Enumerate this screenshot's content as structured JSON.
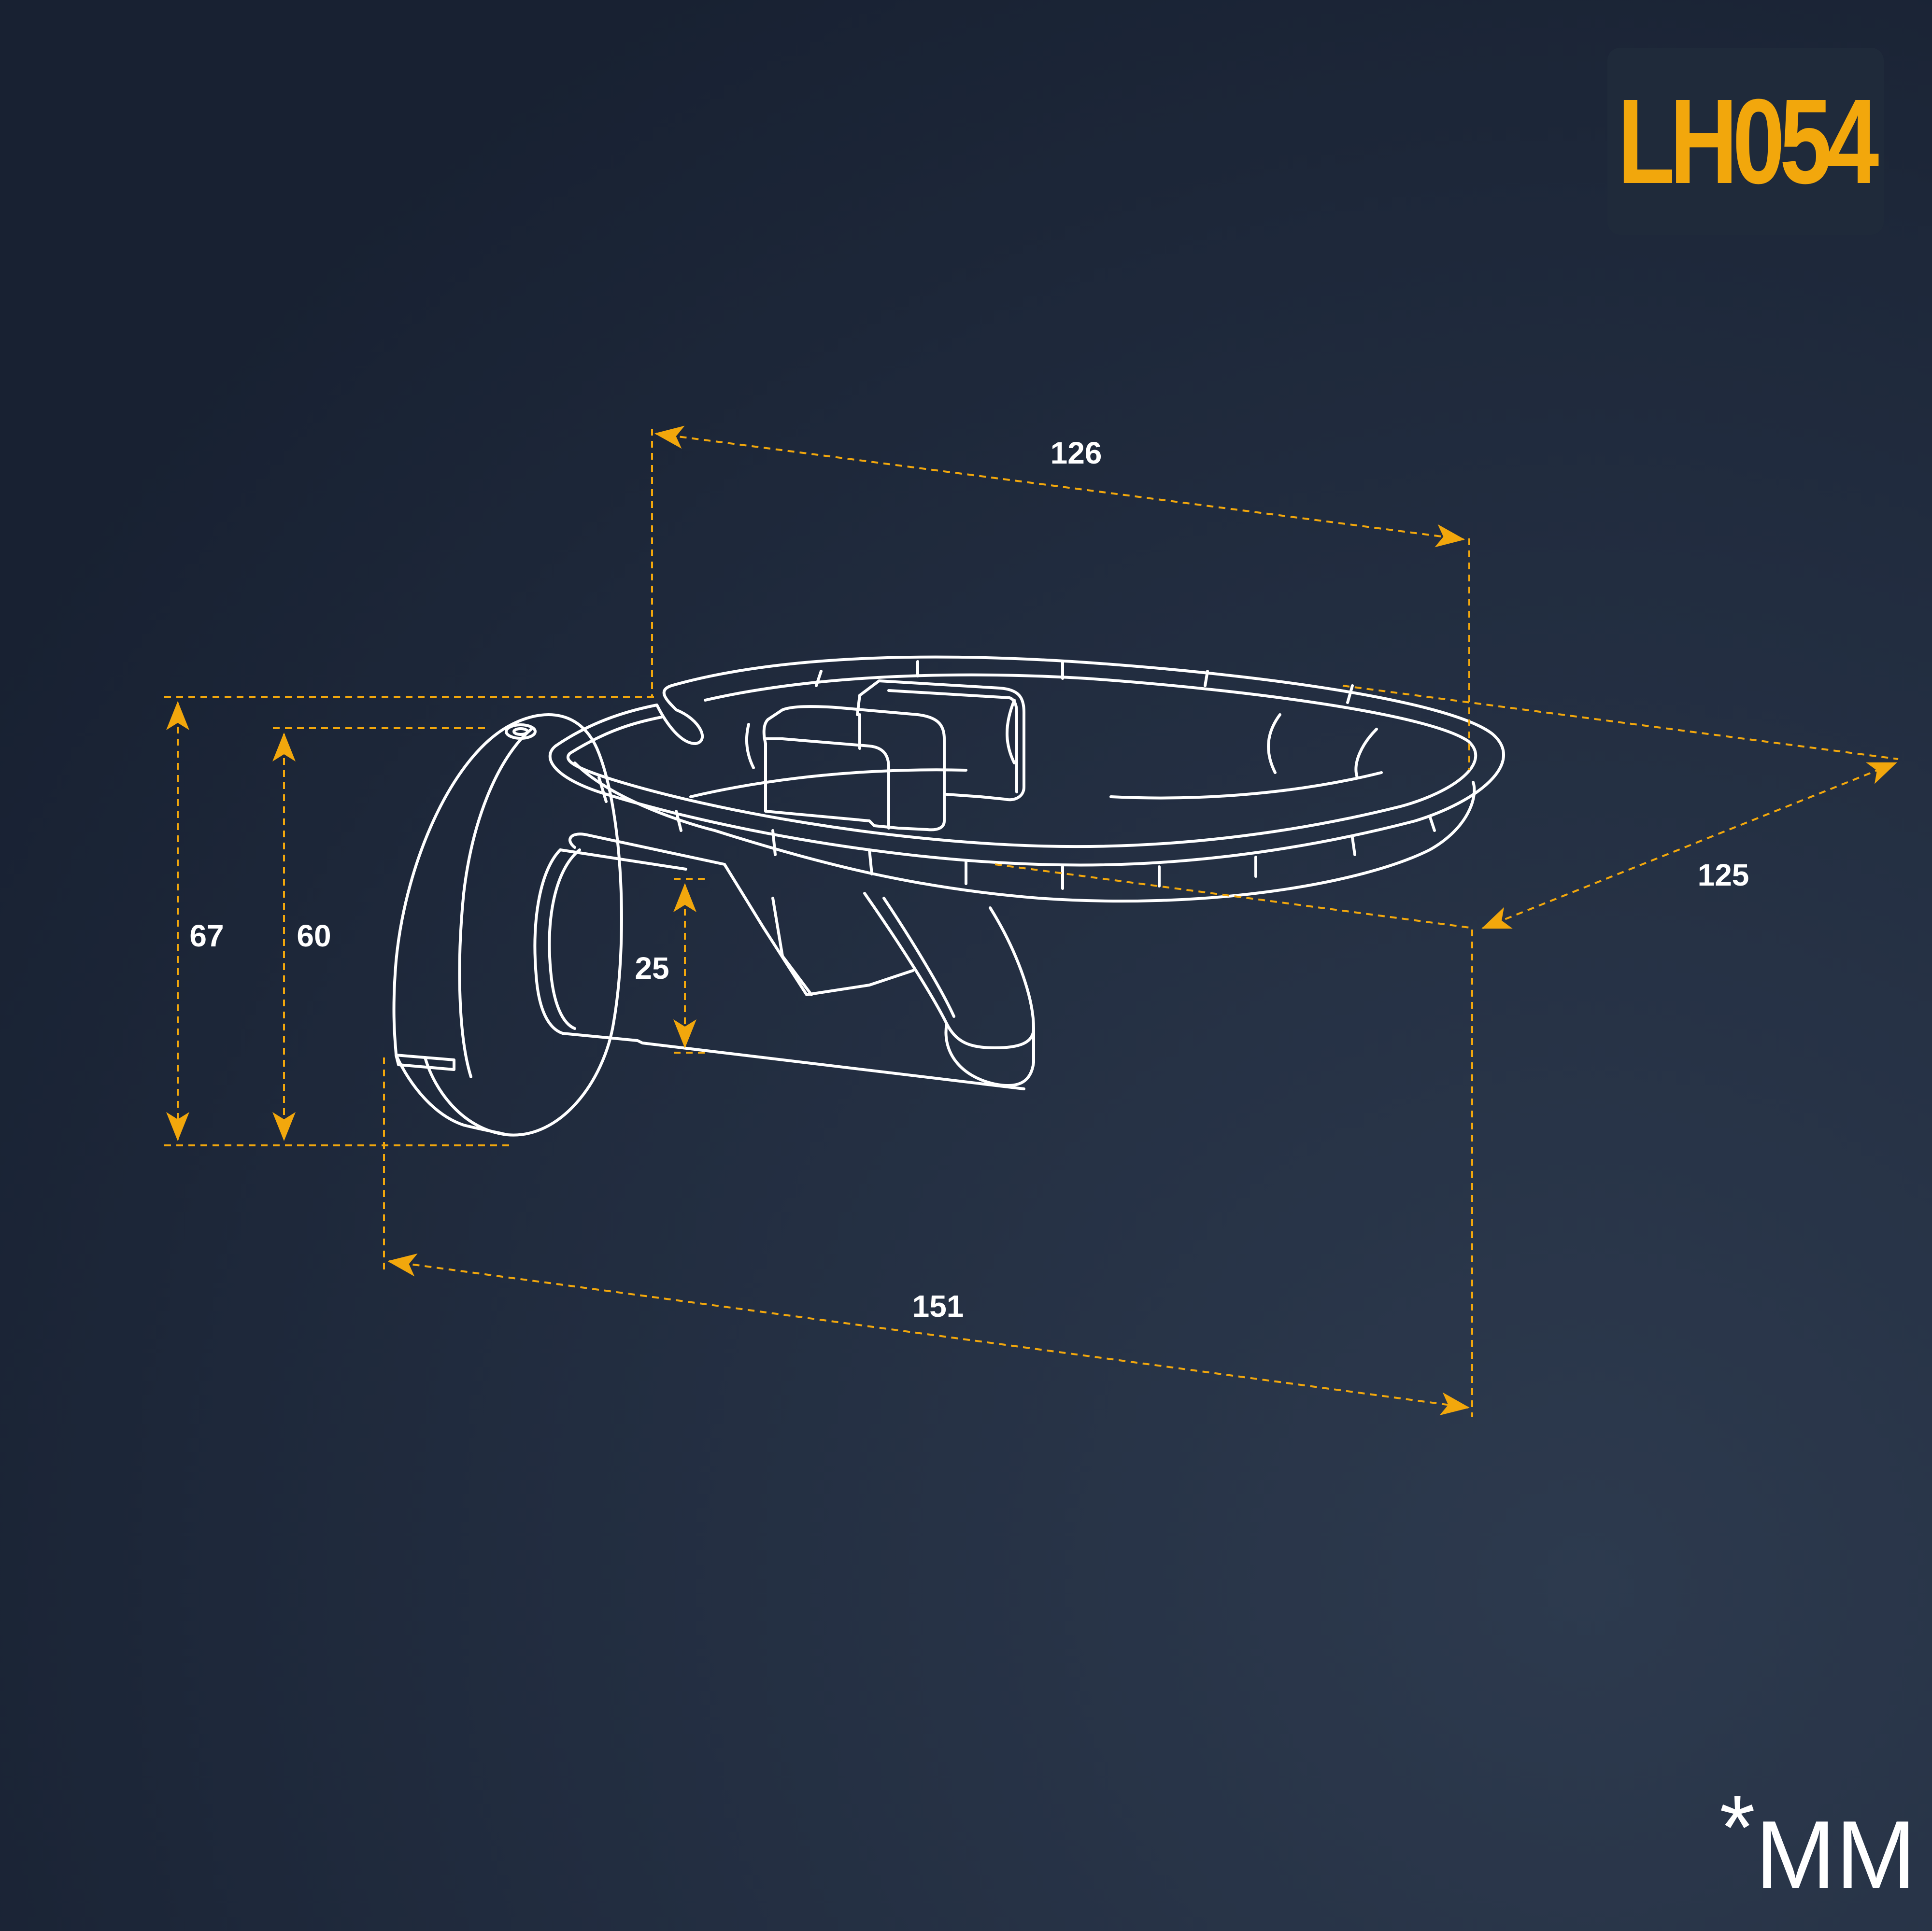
{
  "model": "LH054",
  "unit_note": {
    "asterisk": "*",
    "unit": "MM"
  },
  "dimensions": {
    "top_width": "126",
    "depth": "125",
    "bottom_length": "151",
    "total_height": "67",
    "plate_height": "60",
    "arm_gap": "25"
  },
  "colors": {
    "background": "#1a2434",
    "accent": "#f2a70c",
    "line": "#ffffff",
    "badge": "#1f2a3a"
  }
}
